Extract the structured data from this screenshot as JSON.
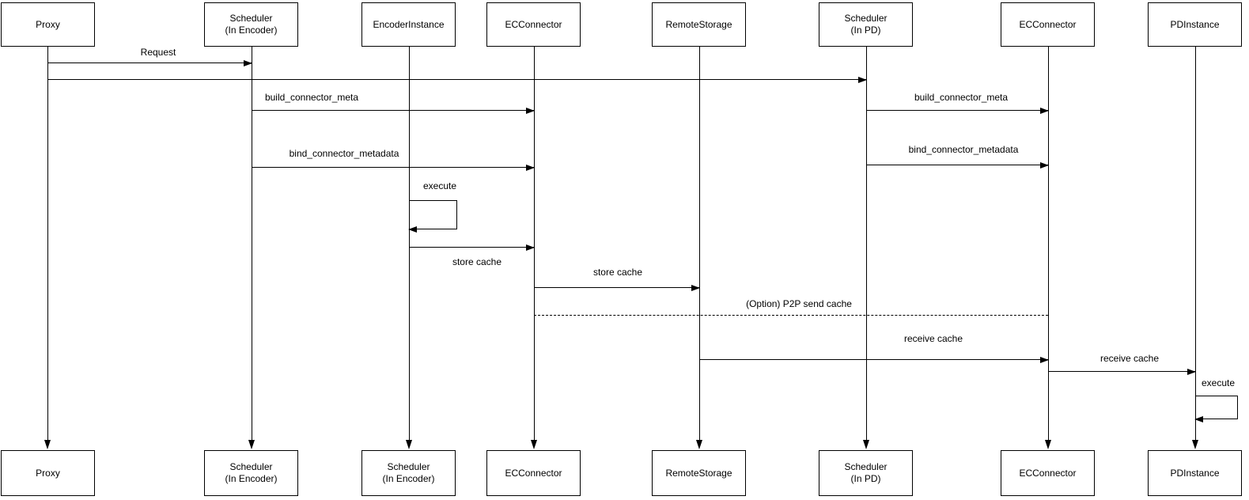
{
  "participants": [
    {
      "id": "proxy",
      "top_label": "Proxy",
      "bottom_label": "Proxy"
    },
    {
      "id": "scheduler-in-encoder",
      "top_label": "Scheduler\n(In Encoder)",
      "bottom_label": "Scheduler\n(In Encoder)"
    },
    {
      "id": "encoder-instance",
      "top_label": "EncoderInstance",
      "bottom_label": "Scheduler\n(In Encoder)"
    },
    {
      "id": "ec-connector-encoder",
      "top_label": "ECConnector",
      "bottom_label": "ECConnector"
    },
    {
      "id": "remote-storage",
      "top_label": "RemoteStorage",
      "bottom_label": "RemoteStorage"
    },
    {
      "id": "scheduler-in-pd",
      "top_label": "Scheduler\n(In PD)",
      "bottom_label": "Scheduler\n(In PD)"
    },
    {
      "id": "ec-connector-pd",
      "top_label": "ECConnector",
      "bottom_label": "ECConnector"
    },
    {
      "id": "pd-instance",
      "top_label": "PDInstance",
      "bottom_label": "PDInstance"
    }
  ],
  "messages": [
    {
      "label": "Request",
      "from": "Proxy",
      "to": "Scheduler (In Encoder)",
      "style": "solid"
    },
    {
      "label": "",
      "from": "Proxy",
      "to": "Scheduler (In PD)",
      "style": "solid"
    },
    {
      "label": "build_connector_meta",
      "from": "Scheduler (In Encoder)",
      "to": "ECConnector",
      "style": "solid"
    },
    {
      "label": "bind_connector_metadata",
      "from": "Scheduler (In Encoder)",
      "to": "ECConnector",
      "style": "solid"
    },
    {
      "label": "execute",
      "from": "EncoderInstance",
      "to": "EncoderInstance",
      "style": "self"
    },
    {
      "label": "store cache",
      "from": "EncoderInstance",
      "to": "ECConnector",
      "style": "solid"
    },
    {
      "label": "store cache",
      "from": "ECConnector",
      "to": "RemoteStorage",
      "style": "solid"
    },
    {
      "label": "build_connector_meta",
      "from": "Scheduler (In PD)",
      "to": "ECConnector",
      "style": "solid"
    },
    {
      "label": "bind_connector_metadata",
      "from": "Scheduler (In PD)",
      "to": "ECConnector",
      "style": "solid"
    },
    {
      "label": "(Option) P2P send cache",
      "from": "ECConnector",
      "to": "ECConnector",
      "style": "dashed"
    },
    {
      "label": "receive cache",
      "from": "RemoteStorage",
      "to": "ECConnector",
      "style": "solid"
    },
    {
      "label": "receive cache",
      "from": "ECConnector",
      "to": "PDInstance",
      "style": "solid"
    },
    {
      "label": "execute",
      "from": "PDInstance",
      "to": "PDInstance",
      "style": "self"
    }
  ],
  "colors": {
    "stroke": "#000000",
    "box_fill": "#ffffff",
    "text": "#000000",
    "background": "#ffffff"
  }
}
